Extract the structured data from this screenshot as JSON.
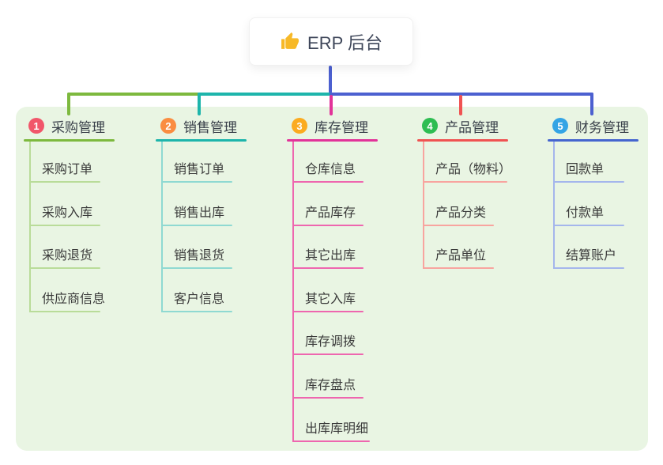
{
  "root": {
    "title": "ERP 后台",
    "icon": "thumbs-up-icon"
  },
  "colors": {
    "canvas_background": "#ffffff",
    "panel_background": "#e9f5e3",
    "root_connector": "#4c60d0",
    "header_text": "#39404a",
    "item_text": "#3a3a3a"
  },
  "branches": [
    {
      "num": "1",
      "label": "采购管理",
      "color": "#7db93e",
      "light_color": "#b9dc99",
      "badge_color": "#f1566a",
      "items": [
        "采购订单",
        "采购入库",
        "采购退货",
        "供应商信息"
      ]
    },
    {
      "num": "2",
      "label": "销售管理",
      "color": "#1db5ab",
      "light_color": "#8fd9d2",
      "badge_color": "#fa8d41",
      "items": [
        "销售订单",
        "销售出库",
        "销售退货",
        "客户信息"
      ]
    },
    {
      "num": "3",
      "label": "库存管理",
      "color": "#e23399",
      "light_color": "#ee66af",
      "badge_color": "#fbab1f",
      "items": [
        "仓库信息",
        "产品库存",
        "其它出库",
        "其它入库",
        "库存调拨",
        "库存盘点",
        "出库库明细"
      ]
    },
    {
      "num": "4",
      "label": "产品管理",
      "color": "#f05352",
      "light_color": "#f8a49f",
      "badge_color": "#2ebd52",
      "items": [
        "产品（物料）",
        "产品分类",
        "产品单位"
      ]
    },
    {
      "num": "5",
      "label": "财务管理",
      "color": "#4565cf",
      "light_color": "#a4b6ec",
      "badge_color": "#33a4e5",
      "items": [
        "回款单",
        "付款单",
        "结算账户"
      ]
    }
  ]
}
